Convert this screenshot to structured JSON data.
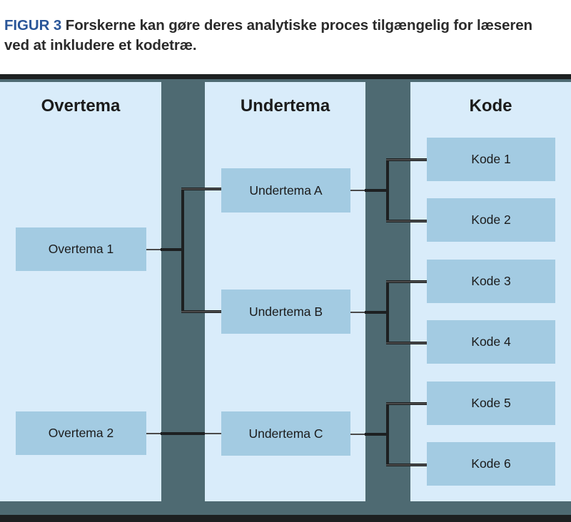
{
  "caption": {
    "figure_label": "FIGUR 3",
    "text": " Forskerne kan gøre deres analytiske proces tilgængelig for læseren ved at inkludere et kodetræ.",
    "label_color": "#2a5699",
    "text_color": "#2b2b2b"
  },
  "colors": {
    "frame_background": "#4e6a72",
    "frame_border": "#1d2021",
    "panel_background": "#d9ecfa",
    "node_background": "#a3cbe2",
    "connector": "#1d2021"
  },
  "columns": [
    {
      "id": "overtema",
      "title": "Overtema",
      "nodes": [
        {
          "label": "Overtema 1"
        },
        {
          "label": "Overtema 2"
        }
      ]
    },
    {
      "id": "undertema",
      "title": "Undertema",
      "nodes": [
        {
          "label": "Undertema A"
        },
        {
          "label": "Undertema B"
        },
        {
          "label": "Undertema C"
        }
      ]
    },
    {
      "id": "kode",
      "title": "Kode",
      "nodes": [
        {
          "label": "Kode 1"
        },
        {
          "label": "Kode 2"
        },
        {
          "label": "Kode 3"
        },
        {
          "label": "Kode 4"
        },
        {
          "label": "Kode 5"
        },
        {
          "label": "Kode 6"
        }
      ]
    }
  ],
  "connections": [
    {
      "from": "Overtema 1",
      "to": "Undertema A"
    },
    {
      "from": "Overtema 1",
      "to": "Undertema B"
    },
    {
      "from": "Overtema 2",
      "to": "Undertema C"
    },
    {
      "from": "Undertema A",
      "to": "Kode 1"
    },
    {
      "from": "Undertema A",
      "to": "Kode 2"
    },
    {
      "from": "Undertema B",
      "to": "Kode 3"
    },
    {
      "from": "Undertema B",
      "to": "Kode 4"
    },
    {
      "from": "Undertema C",
      "to": "Kode 5"
    },
    {
      "from": "Undertema C",
      "to": "Kode 6"
    }
  ]
}
